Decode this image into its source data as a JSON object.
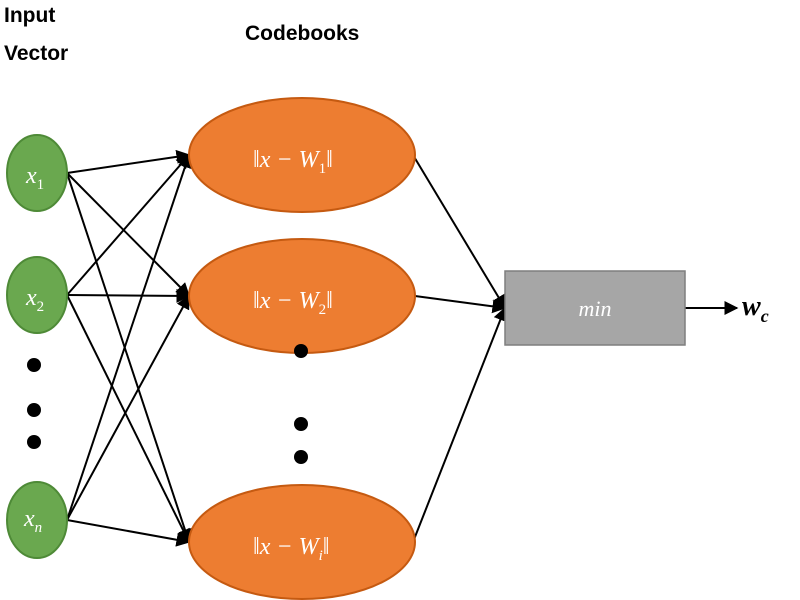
{
  "headings": {
    "input_line1": "Input",
    "input_line2": "Vector",
    "codebooks": "Codebooks"
  },
  "inputs": [
    {
      "var": "x",
      "sub": "1"
    },
    {
      "var": "x",
      "sub": "2"
    },
    {
      "var": "x",
      "sub": "n"
    }
  ],
  "codebooks": [
    {
      "open": "‖x − W",
      "sub": "1",
      "close": "‖"
    },
    {
      "open": "‖x − W",
      "sub": "2",
      "close": "‖"
    },
    {
      "open": "‖x − W",
      "sub": "i",
      "close": "‖"
    }
  ],
  "min_box": {
    "label": "min"
  },
  "output": {
    "var": "w",
    "sub": "c"
  },
  "colors": {
    "input_node": "#6aa84f",
    "input_node_stroke": "#4e8a37",
    "codebook_node": "#ed7d31",
    "codebook_stroke": "#c55a11",
    "min_box": "#a6a6a6",
    "min_box_stroke": "#7f7f7f",
    "edges": "#000000"
  }
}
